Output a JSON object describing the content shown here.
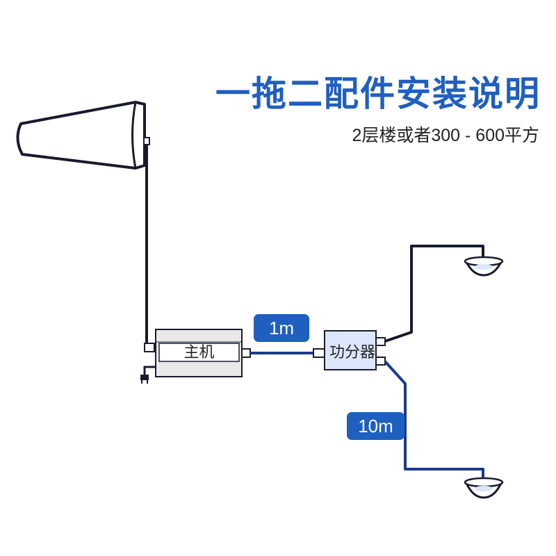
{
  "header": {
    "title": "一拖二配件安装说明",
    "subtitle": "2层楼或者300 - 600平方"
  },
  "cables": {
    "short_label": "1m",
    "long_label": "10m"
  },
  "units": {
    "host_label": "主机",
    "splitter_label": "功分器"
  },
  "colors": {
    "accent": "#1f5fbf",
    "cable_dark": "#1a1a2e",
    "cable_blue": "#1c3a8a",
    "splitter_fill": "#dbe6fb",
    "host_fill": "#e9e9e9"
  },
  "icons": [
    "log-periodic-antenna-icon",
    "ceiling-antenna-icon",
    "power-plug-icon"
  ]
}
